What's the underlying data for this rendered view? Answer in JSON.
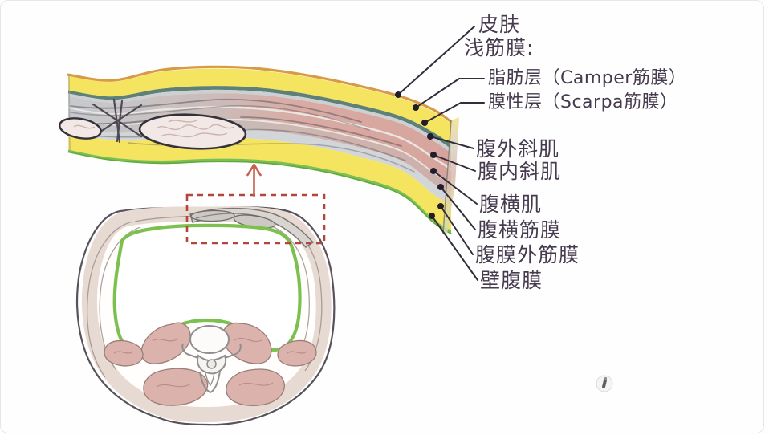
{
  "figure": {
    "description": "Anatomy diagram: layers of the anterior abdominal wall, enlarged flap above a transverse torso cross-section",
    "labels": [
      {
        "id": "skin",
        "text": "皮肤"
      },
      {
        "id": "superficial-fascia",
        "text": "浅筋膜:"
      },
      {
        "id": "fat-layer-camper",
        "text": "脂肪层（Camper筋膜）"
      },
      {
        "id": "membranous-layer-scarpa",
        "text": "膜性层（Scarpa筋膜）"
      },
      {
        "id": "external-oblique",
        "text": "腹外斜肌"
      },
      {
        "id": "internal-oblique",
        "text": "腹内斜肌"
      },
      {
        "id": "transversus-abdominis",
        "text": "腹横肌"
      },
      {
        "id": "transversalis-fascia",
        "text": "腹横筋膜"
      },
      {
        "id": "extraperitoneal-fascia",
        "text": "腹膜外筋膜"
      },
      {
        "id": "parietal-peritoneum",
        "text": "壁腹膜"
      }
    ],
    "enlarged_section": {
      "skin_line_color": "#d89a44",
      "layers": [
        {
          "name": "fat-camper",
          "color": "#f5e45f",
          "from": 0.03,
          "to": 0.21
        },
        {
          "name": "scarpa-membrane",
          "color": "#5e8076",
          "from": 0.21,
          "to": 0.25
        },
        {
          "name": "aponeurosis",
          "color": "#ccd0d3",
          "from": 0.25,
          "to": 0.285
        },
        {
          "name": "external-oblique-muscle",
          "color": "url(#muscleGrad)",
          "from": 0.285,
          "to": 0.42
        },
        {
          "name": "gap-1",
          "color": "#e9e6e2",
          "from": 0.42,
          "to": 0.44
        },
        {
          "name": "internal-oblique-muscle",
          "color": "url(#muscleGrad)",
          "from": 0.44,
          "to": 0.55
        },
        {
          "name": "gap-2",
          "color": "#e9e6e2",
          "from": 0.55,
          "to": 0.565
        },
        {
          "name": "transversus-muscle",
          "color": "url(#muscleGrad2)",
          "from": 0.565,
          "to": 0.655
        },
        {
          "name": "transversalis-fascia",
          "color": "#d3d6d8",
          "from": 0.655,
          "to": 0.75
        },
        {
          "name": "extraperitoneal-fat",
          "color": "#f5e45f",
          "from": 0.75,
          "to": 0.965
        },
        {
          "name": "parietal-peritoneum",
          "color": "#7cc04f",
          "from": 0.965,
          "to": 1.0
        }
      ]
    },
    "colors": {
      "label_text": "#453a4e",
      "leader_line": "#332c3b",
      "highlight_red": "#b4453a",
      "arrow_red": "#c4604e",
      "fat_yellow": "#f5e45f",
      "peritoneum_green": "#7cc04f",
      "muscle_pink": "#dbb3ac"
    }
  }
}
